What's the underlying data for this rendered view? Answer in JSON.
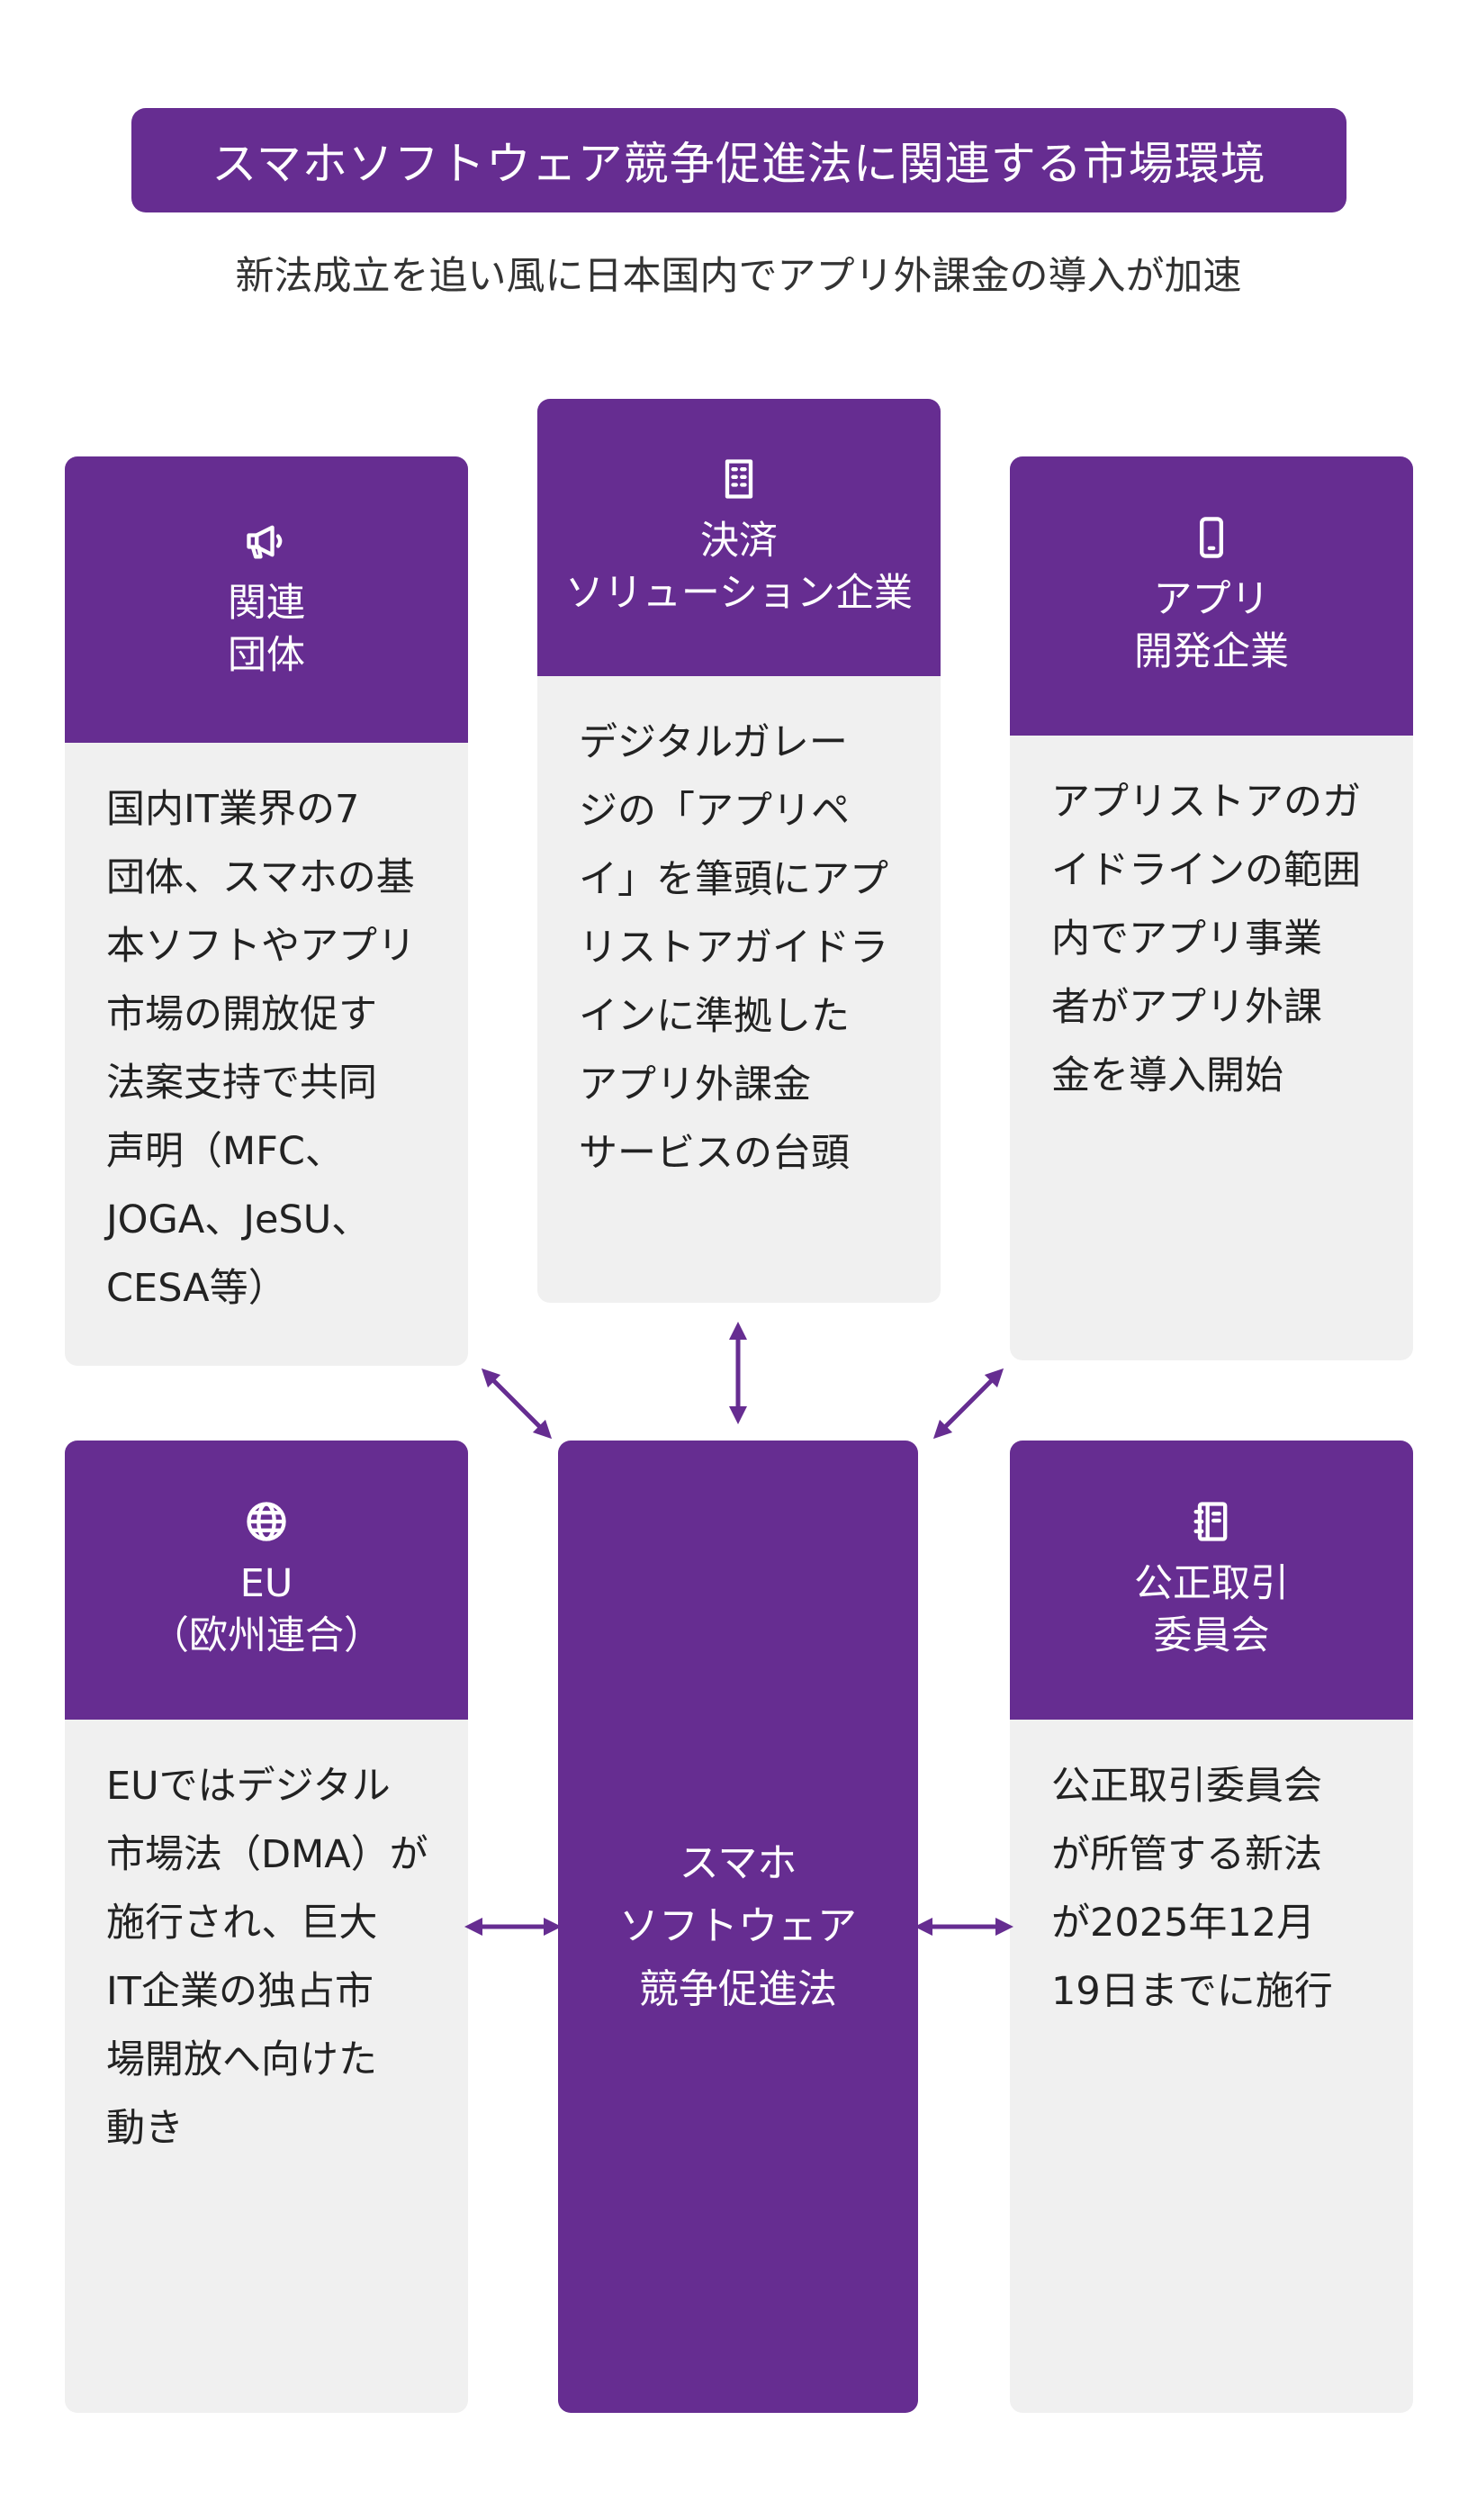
{
  "header": {
    "title": "スマホソフトウェア競争促進法に関連する市場環境",
    "subtitle": "新法成立を追い風に日本国内でアプリ外課金の導入が加速"
  },
  "cards": {
    "industry_groups": {
      "icon": "megaphone-icon",
      "label": "関連\n団体",
      "body": "国内IT業界の7\n団体、スマホの基\n本ソフトやアプリ\n市場の開放促す\n法案支持で共同\n声明（MFC、\nJOGA、JeSU、\nCESA等）"
    },
    "payment_solutions": {
      "icon": "building-icon",
      "label": "決済\nソリューション企業",
      "body": "デジタルガレー\nジの「アプリペ\nイ」を筆頭にアプ\nリストアガイドラ\nインに準拠した\nアプリ外課金\nサービスの台頭"
    },
    "app_developers": {
      "icon": "smartphone-icon",
      "label": "アプリ\n開発企業",
      "body": "アプリストアのガ\nイドラインの範囲\n内でアプリ事業\n者がアプリ外課\n金を導入開始"
    },
    "eu": {
      "icon": "globe-icon",
      "label": "EU\n（欧州連合）",
      "body": "EUではデジタル\n市場法（DMA）が\n施行され、巨大\nIT企業の独占市\n場開放へ向けた\n動き"
    },
    "jftc": {
      "icon": "notebook-icon",
      "label": "公正取引\n委員会",
      "body": "公正取引委員会\nが所管する新法\nが2025年12月\n19日までに施行"
    }
  },
  "center": {
    "label": "スマホ\nソフトウェア\n競争促進法"
  },
  "colors": {
    "accent": "#662d91",
    "card_bg": "#f0f0f0"
  }
}
